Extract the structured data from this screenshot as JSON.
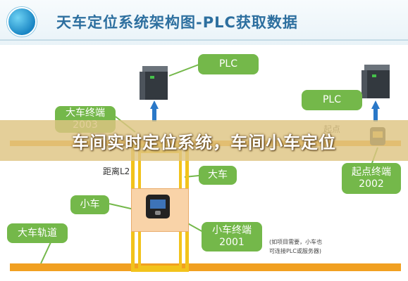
{
  "header": {
    "title": "天车定位系统架构图-PLC获取数据"
  },
  "labels": {
    "plc_left": "PLC",
    "plc_right": "PLC",
    "crane_terminal": [
      "大车终端",
      "2003"
    ],
    "distance": "距离L2",
    "crane": "大车",
    "trolley": "小车",
    "crane_track": "大车轨道",
    "trolley_terminal": [
      "小车终端",
      "2001"
    ],
    "start_point": "起点",
    "start_terminal": [
      "起点终端",
      "2002"
    ],
    "note": [
      "(如项目需要，小车也",
      "可连接PLC或服务器)"
    ]
  },
  "banner": {
    "text": "车间实时定位系统，车间小车定位"
  },
  "colors": {
    "green_box": "#74b84a",
    "arrow": "#2a78c8",
    "rail": "#f1a021",
    "frame": "#f2c31c",
    "title": "#2d6f9f"
  },
  "icons": [
    "plc-device-icon",
    "terminal-device-icon",
    "header-globe-icon"
  ]
}
